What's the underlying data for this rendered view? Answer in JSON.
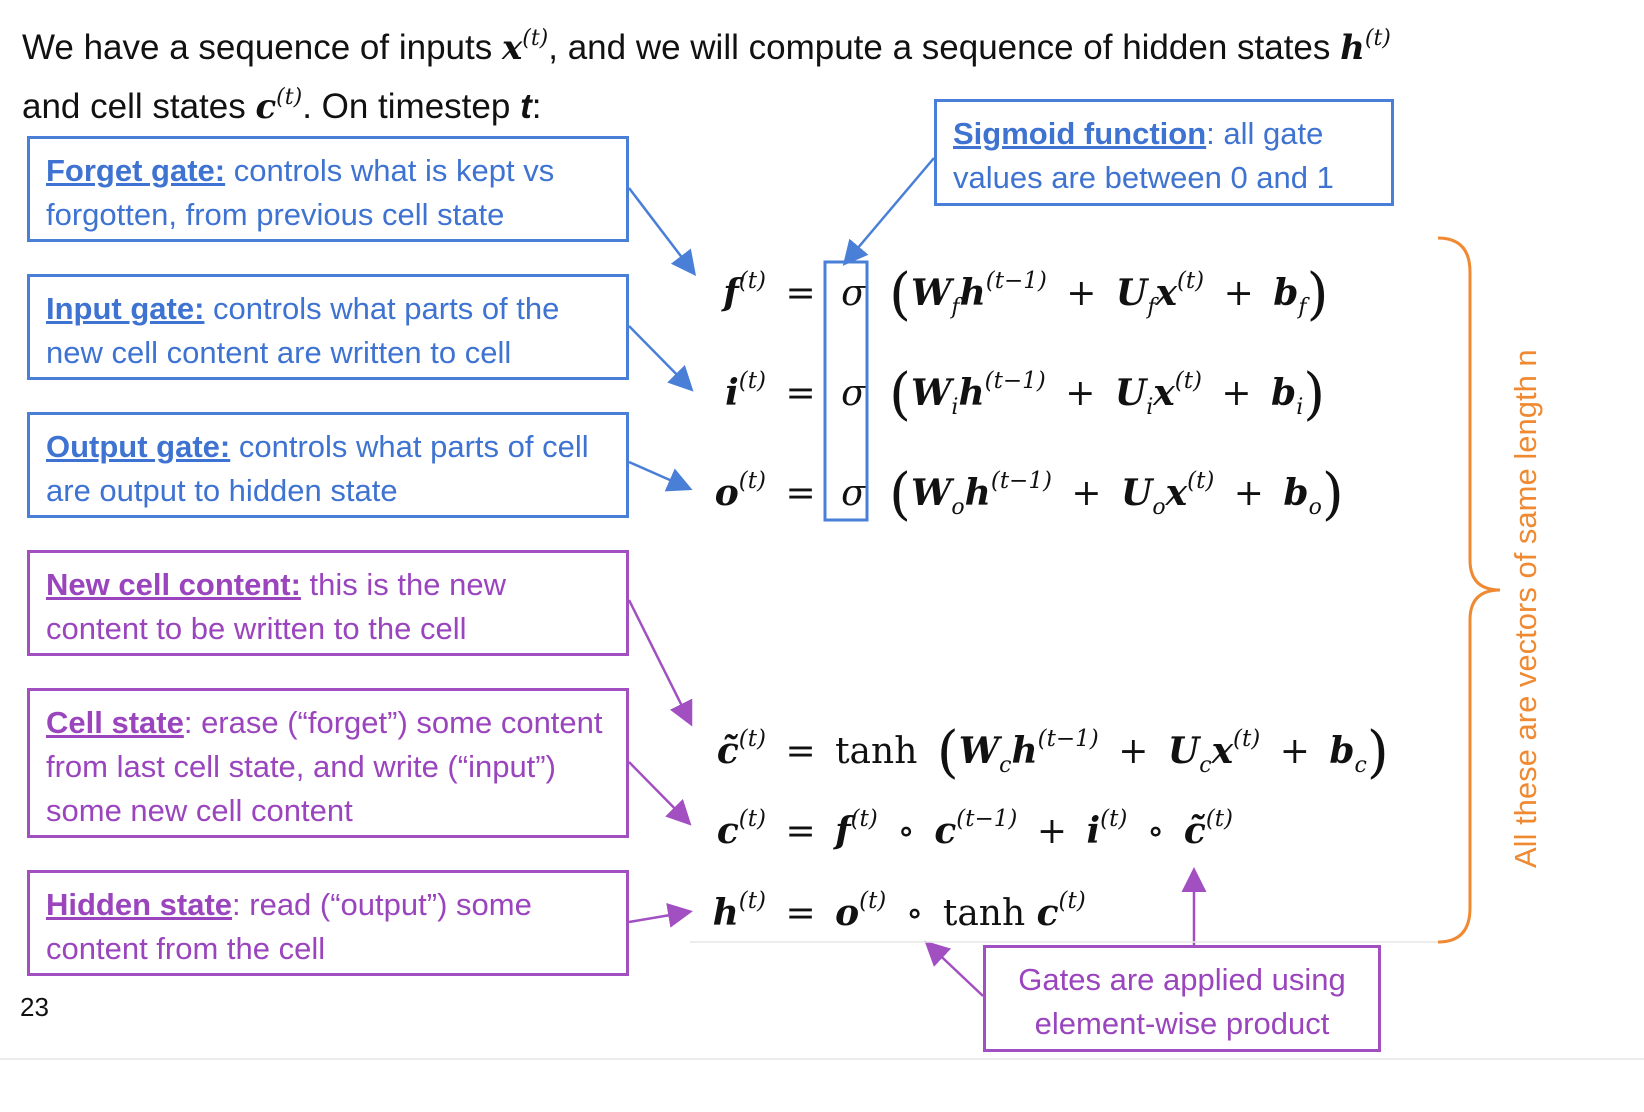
{
  "intro": {
    "line1_a": "We have a sequence of inputs ",
    "x_sym": "x",
    "line1_b": ", and we will compute a sequence of hidden states ",
    "h_sym": "h",
    "line2_a": "and cell states ",
    "c_sym": "c",
    "line2_b": ".  On timestep ",
    "t_sym": "t",
    "line2_c": ":",
    "sup_t": "(t)"
  },
  "boxes": {
    "sigmoid": {
      "head": "Sigmoid function",
      "rest": ": all gate values are between 0 and 1"
    },
    "forget": {
      "head": "Forget gate:",
      "rest": " controls what is kept vs forgotten, from previous cell state"
    },
    "input": {
      "head": "Input gate:",
      "rest": " controls what parts of the new cell content are written to cell"
    },
    "output": {
      "head": "Output gate:",
      "rest": " controls what parts of cell are output to hidden state"
    },
    "new_cell": {
      "head": "New cell content:",
      "rest": " this is the new content to be written to the cell"
    },
    "cell_state": {
      "head": "Cell state",
      "rest": ": erase (“forget”) some content from last cell state, and write (“input”) some new cell content"
    },
    "hidden_state": {
      "head": "Hidden state",
      "rest": ": read (“output”) some content from the cell"
    },
    "gates_note": {
      "line1": "Gates are applied using",
      "line2": "element-wise product"
    }
  },
  "equations": {
    "sup_t": "(t)",
    "sup_tm1": "(t−1)",
    "sigma": "σ",
    "equals": "=",
    "plus": "+",
    "circ": "∘",
    "tanh": "tanh",
    "lparen": "(",
    "rparen": ")",
    "W": "W",
    "U": "U",
    "b": "b",
    "x": "x",
    "h": "h",
    "c": "c",
    "ctilde": "c̃",
    "f": "f",
    "i": "i",
    "o": "o",
    "sub_f": "f",
    "sub_i": "i",
    "sub_o": "o",
    "sub_c": "c"
  },
  "brace_label": "All these are vectors of same length n",
  "page_number": "23",
  "colors": {
    "blue": "#4a7fd8",
    "purple": "#a24fc2",
    "orange": "#f08a32"
  }
}
